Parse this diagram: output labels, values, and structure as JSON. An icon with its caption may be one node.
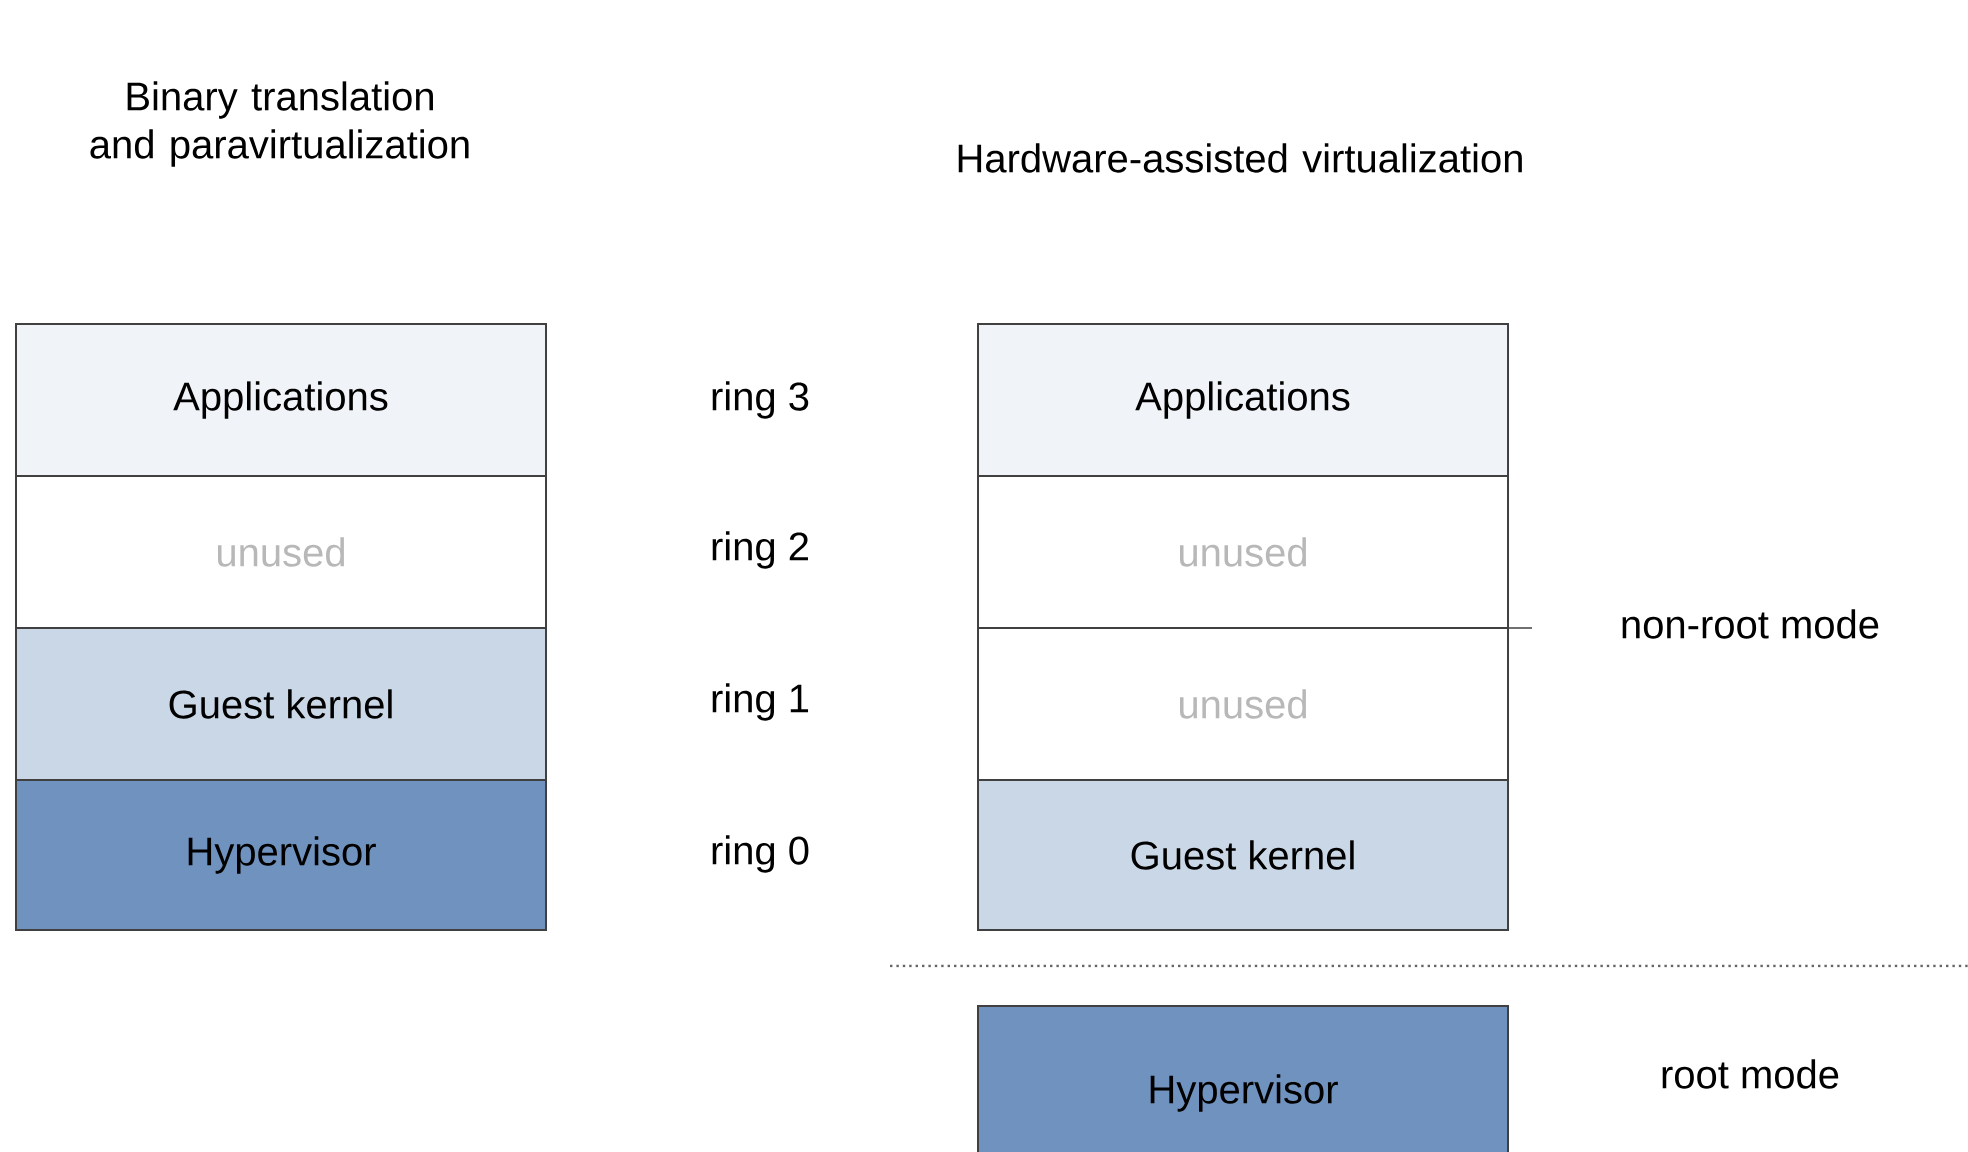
{
  "diagram": {
    "nodes": [
      {
        "text": [
          "Applications"
        ]
      },
      {
        "text": [
          "unused"
        ]
      },
      {
        "text": [
          "Guest kernel"
        ]
      },
      {
        "text": [
          "Hypervisor"
        ]
      },
      {
        "text": [
          "Applications"
        ]
      },
      {
        "text": [
          "unused"
        ]
      },
      {
        "text": [
          "unused"
        ]
      },
      {
        "text": [
          "Guest kernel"
        ]
      },
      {
        "text": [
          "Hypervisor"
        ]
      }
    ],
    "edges": [],
    "labels": [
      "Binary translation and paravirtualization",
      "Hardware-assisted virtualization",
      "ring 3",
      "ring 2",
      "ring 1",
      "ring 0",
      "non-root mode",
      "root mode"
    ]
  }
}
